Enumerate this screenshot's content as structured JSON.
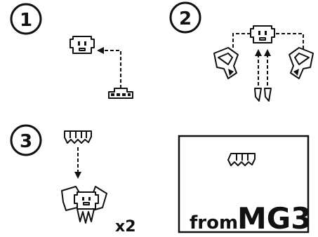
{
  "steps": [
    {
      "number": "1"
    },
    {
      "number": "2"
    },
    {
      "number": "3"
    }
  ],
  "step3": {
    "quantity": "x2"
  },
  "source_box": {
    "from_label": "from",
    "model_label": "MG3"
  },
  "colors": {
    "ink": "#111111",
    "paper": "#ffffff"
  },
  "icons": [
    "head-part-icon",
    "connector-plug-icon",
    "chest-armor-part-icon",
    "skirt-armor-part-icon",
    "leg-spike-part-icon",
    "hand-part-icon",
    "assembled-head-with-skirt-icon"
  ]
}
